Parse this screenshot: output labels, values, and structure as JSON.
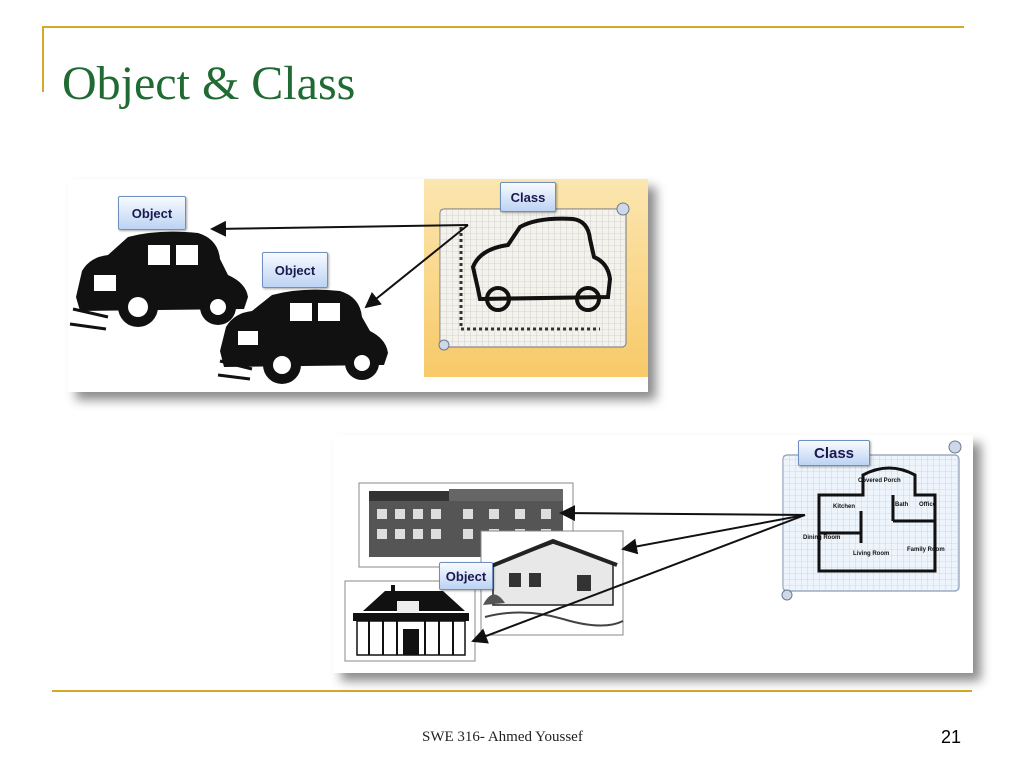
{
  "slide": {
    "title": "Object & Class",
    "footer": "SWE 316- Ahmed Youssef",
    "page_number": "21"
  },
  "diagram_car": {
    "labels": {
      "object_1": "Object",
      "object_2": "Object",
      "class": "Class"
    }
  },
  "diagram_house": {
    "labels": {
      "class": "Class",
      "object": "Object"
    },
    "floorplan_rooms": [
      "Covered Porch",
      "Kitchen",
      "Bath",
      "Office",
      "Dining Room",
      "Living Room",
      "Family Room"
    ]
  },
  "colors": {
    "title": "#1f6b33",
    "accent_rule": "#d4a82a",
    "class_bg": "#fbd98a",
    "label_fill": "#bcd3f3"
  }
}
